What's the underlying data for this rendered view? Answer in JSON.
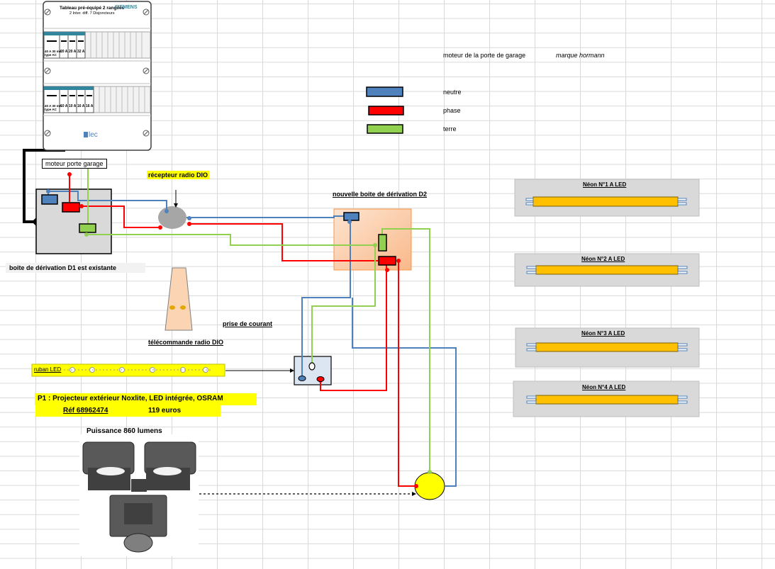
{
  "panel": {
    "title": "Tableau pré-équipé 2 rangées",
    "brand": "SIEMENS",
    "subtitle": "2 Inter. diff. 7 Disjoncteurs",
    "logo_text": "lec",
    "row1": {
      "main_label": "40 A",
      "main_sub": "30 mA",
      "main_type": "type AC",
      "breakers": [
        "20 A",
        "20 A",
        "32 A"
      ]
    },
    "row2": {
      "main_label": "40 A",
      "main_sub": "30 mA",
      "main_type": "type AC",
      "breakers": [
        "10 A",
        "10 A",
        "16 A",
        "16 A"
      ]
    }
  },
  "labels": {
    "moteur_box": "moteur porte garage",
    "recepteur": "récepteur radio DIO",
    "boite_d1": "boite de dérivation D1 est  existante",
    "boite_d2": "nouvelle boite de dérivation D2",
    "prise": "prise de courant",
    "telecommande": "télécommande radio DIO",
    "ruban": "ruban LED",
    "moteur_porte": "moteur de la porte de garage",
    "marque": "marque hormann"
  },
  "legend": [
    {
      "label": "neutre",
      "color": "#4f81bd"
    },
    {
      "label": "phase",
      "color": "#ff0000"
    },
    {
      "label": "terre",
      "color": "#92d050"
    }
  ],
  "neons": [
    {
      "label": "Néon N°1 A  LED"
    },
    {
      "label": "Néon N°2 A  LED"
    },
    {
      "label": "Néon N°3 A  LED"
    },
    {
      "label": "Néon N°4 A  LED"
    }
  ],
  "projector": {
    "line1": "P1  :    Projecteur extérieur Noxlite, LED intégrée, OSRAM",
    "ref": "Réf 68962474",
    "price": "119 euros",
    "power": "Puissance  860 lumens"
  },
  "colors": {
    "neutre": "#4f81bd",
    "phase": "#ff0000",
    "terre": "#92d050",
    "highlight": "#ffff00",
    "neon_tube": "#ffc000",
    "box_d2": "#fbd4b4"
  }
}
